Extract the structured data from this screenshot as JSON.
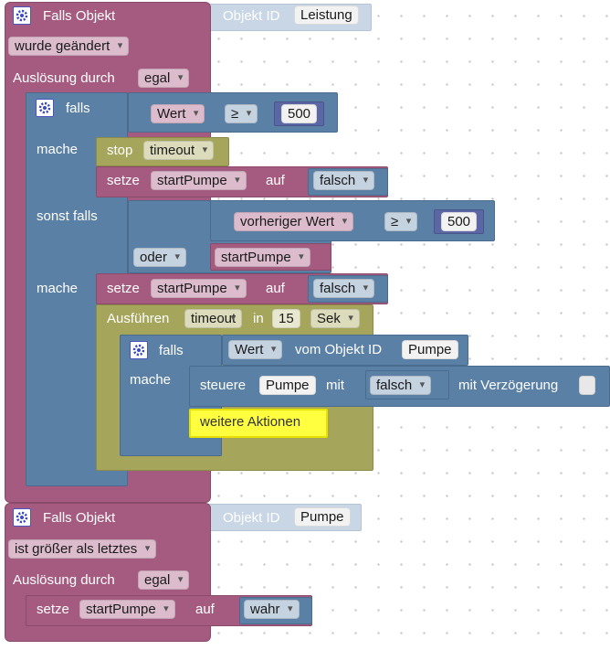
{
  "block1": {
    "title": "Falls Objekt",
    "object_id_label": "Objekt ID",
    "object_id": "Leistung",
    "condition": "wurde geändert",
    "trigger_label": "Auslösung durch",
    "trigger_value": "egal"
  },
  "if1": {
    "falls": "falls",
    "wert_dd": "Wert",
    "op": "≥",
    "value": "500",
    "mache": "mache",
    "stop_label": "stop",
    "stop_timeout": "timeout",
    "setze": "setze",
    "var1": "startPumpe",
    "auf": "auf",
    "val1": "falsch",
    "sonst_falls": "sonst falls",
    "prev_wert": "vorheriger Wert",
    "op2": "≥",
    "value2": "500",
    "oder": "oder",
    "start_pumpe_cond": "startPumpe",
    "mache2": "mache",
    "setze2": "setze",
    "var2": "startPumpe",
    "auf2": "auf",
    "val2": "falsch"
  },
  "timeout": {
    "ausfuehren": "Ausführen",
    "name": "timeout",
    "in": "in",
    "amount": "15",
    "unit": "Sek"
  },
  "if2": {
    "falls": "falls",
    "wert_dd": "Wert",
    "vom_objekt": "vom Objekt ID",
    "object_id": "Pumpe",
    "mache": "mache",
    "steuere": "steuere",
    "target": "Pumpe",
    "mit": "mit",
    "value": "falsch",
    "delay_label": "mit Verzögerung",
    "more": "weitere Aktionen"
  },
  "block2": {
    "title": "Falls Objekt",
    "object_id_label": "Objekt ID",
    "object_id": "Pumpe",
    "condition": "ist größer als letztes",
    "trigger_label": "Auslösung durch",
    "trigger_value": "egal",
    "setze": "setze",
    "var": "startPumpe",
    "auf": "auf",
    "val": "wahr"
  },
  "colors": {
    "event_block": "#a55b80",
    "logic_block": "#5b80a5",
    "timer_block": "#a5a55b",
    "math_block": "#5b67a5",
    "comment_block": "#ffff40"
  }
}
